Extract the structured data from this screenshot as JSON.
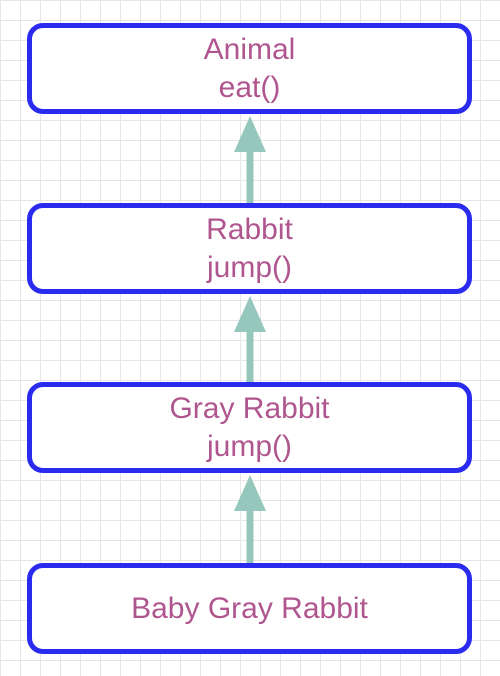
{
  "diagram": {
    "nodes": [
      {
        "id": "animal",
        "name": "Animal",
        "method": "eat()"
      },
      {
        "id": "rabbit",
        "name": "Rabbit",
        "method": "jump()"
      },
      {
        "id": "gray-rabbit",
        "name": "Gray Rabbit",
        "method": "jump()"
      },
      {
        "id": "baby-gray-rabbit",
        "name": "Baby Gray Rabbit",
        "method": ""
      }
    ],
    "edges": [
      {
        "from": "rabbit",
        "to": "animal"
      },
      {
        "from": "gray-rabbit",
        "to": "rabbit"
      },
      {
        "from": "baby-gray-rabbit",
        "to": "gray-rabbit"
      }
    ]
  },
  "colors": {
    "box_border": "#2b2bf0",
    "text": "#b0568f",
    "arrow": "#96c7bc",
    "grid": "#e6e6e6"
  }
}
